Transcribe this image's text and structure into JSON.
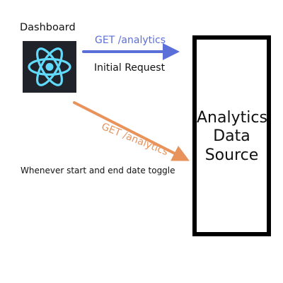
{
  "dashboard": {
    "label": "Dashboard",
    "logo_icon": "react-atom-icon"
  },
  "requests": {
    "initial": {
      "method_path": "GET /analytics",
      "caption": "Initial Request",
      "color": "#5b6fd8"
    },
    "toggle": {
      "method_path": "GET /analytics",
      "caption": "Whenever start and end date toggle",
      "color": "#e8935c"
    }
  },
  "data_source": {
    "line1": "Analytics",
    "line2": "Data",
    "line3": "Source"
  },
  "colors": {
    "logo_bg": "#20232a",
    "logo_fg": "#61dafb",
    "border": "#000000"
  }
}
